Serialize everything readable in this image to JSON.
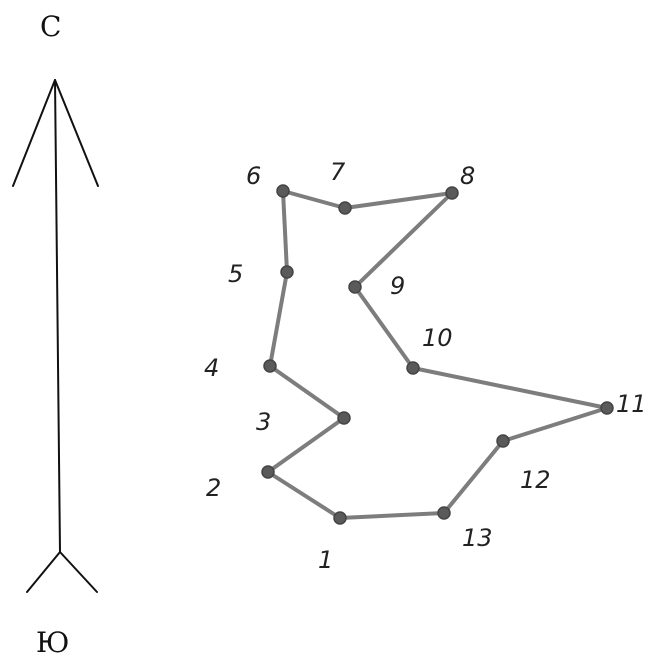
{
  "compass": {
    "north_label": "С",
    "south_label": "Ю"
  },
  "polygon": {
    "vertices": [
      {
        "id": "1",
        "label": "1"
      },
      {
        "id": "2",
        "label": "2"
      },
      {
        "id": "3",
        "label": "3"
      },
      {
        "id": "4",
        "label": "4"
      },
      {
        "id": "5",
        "label": "5"
      },
      {
        "id": "6",
        "label": "6"
      },
      {
        "id": "7",
        "label": "7"
      },
      {
        "id": "8",
        "label": "8"
      },
      {
        "id": "9",
        "label": "9"
      },
      {
        "id": "10",
        "label": "10"
      },
      {
        "id": "11",
        "label": "11"
      },
      {
        "id": "12",
        "label": "12"
      },
      {
        "id": "13",
        "label": "13"
      }
    ]
  }
}
